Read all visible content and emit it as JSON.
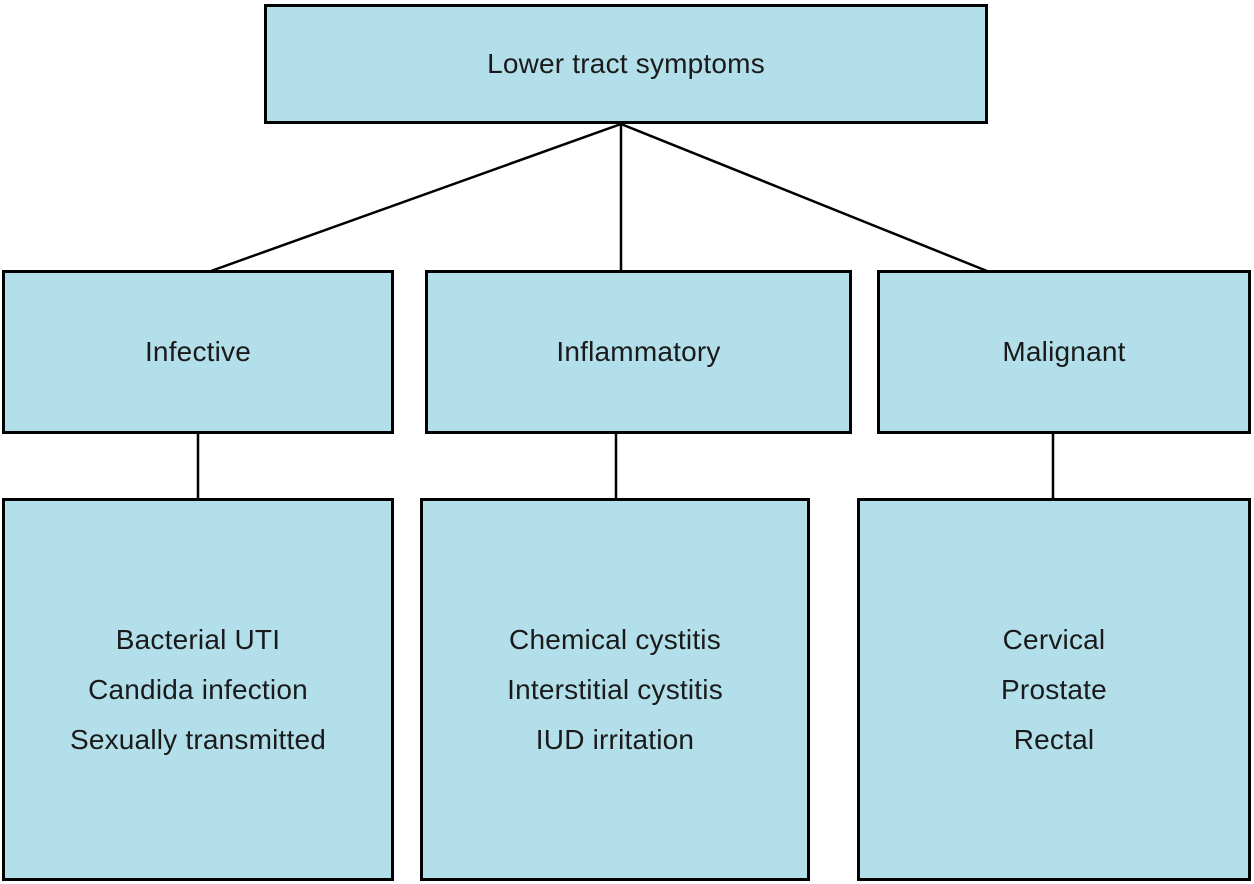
{
  "diagram": {
    "root": {
      "label": "Lower tract symptoms"
    },
    "branches": [
      {
        "label": "Infective",
        "items": [
          "Bacterial UTI",
          "Candida infection",
          "Sexually transmitted"
        ]
      },
      {
        "label": "Inflammatory",
        "items": [
          "Chemical cystitis",
          "Interstitial cystitis",
          "IUD irritation"
        ]
      },
      {
        "label": "Malignant",
        "items": [
          "Cervical",
          "Prostate",
          "Rectal"
        ]
      }
    ]
  },
  "colors": {
    "box_fill": "#B2DFEA",
    "box_border": "#000000",
    "connector_line": "#000000",
    "background": "#FFFFFF"
  }
}
